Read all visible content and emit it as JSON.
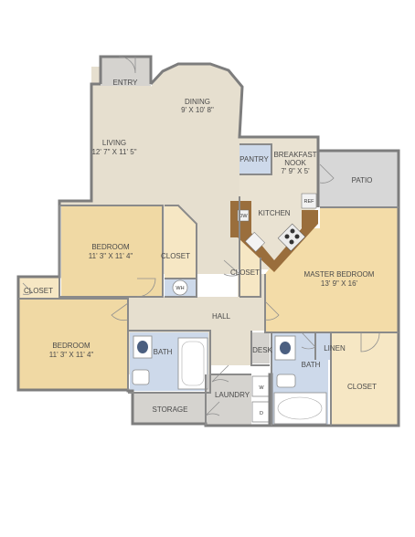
{
  "rooms": {
    "entry": {
      "name": "ENTRY"
    },
    "dining": {
      "name": "DINING",
      "dims": "9' X 10' 8\""
    },
    "living": {
      "name": "LIVING",
      "dims": "12' 7\" X 11' 5\""
    },
    "pantry": {
      "name": "PANTRY"
    },
    "breakfast_nook": {
      "name": "BREAKFAST",
      "name2": "NOOK",
      "dims": "7' 9\" X 5'"
    },
    "patio": {
      "name": "PATIO"
    },
    "kitchen": {
      "name": "KITCHEN"
    },
    "bedroom_1": {
      "name": "BEDROOM",
      "dims": "11' 3\" X 11' 4\""
    },
    "closet_1": {
      "name": "CLOSET"
    },
    "closet_hall": {
      "name": "CLOSET"
    },
    "master_bedroom": {
      "name": "MASTER BEDROOM",
      "dims": "13' 9\" X 16'"
    },
    "closet_2": {
      "name": "CLOSET"
    },
    "bedroom_2": {
      "name": "BEDROOM",
      "dims": "11' 3\" X 11' 4\""
    },
    "hall": {
      "name": "HALL"
    },
    "bath_1": {
      "name": "BATH"
    },
    "desk": {
      "name": "DESK"
    },
    "linen": {
      "name": "LINEN"
    },
    "bath_2": {
      "name": "BATH"
    },
    "closet_master": {
      "name": "CLOSET"
    },
    "storage": {
      "name": "STORAGE"
    },
    "laundry": {
      "name": "LAUNDRY"
    }
  },
  "appliances": {
    "dishwasher": "DW",
    "refrigerator": "REF",
    "water_heater": "WH",
    "washer": "W",
    "dryer": "D"
  },
  "colors": {
    "living_floor": "#e6dfcf",
    "bedroom_floor": "#f0d9a4",
    "master_floor": "#f3dca8",
    "closet_floor": "#f6e7c4",
    "bath_floor": "#cdd9ea",
    "patio_floor": "#d7d7d7",
    "kitchen_counter": "#9a6e3c",
    "wall": "#7d7d7d"
  }
}
